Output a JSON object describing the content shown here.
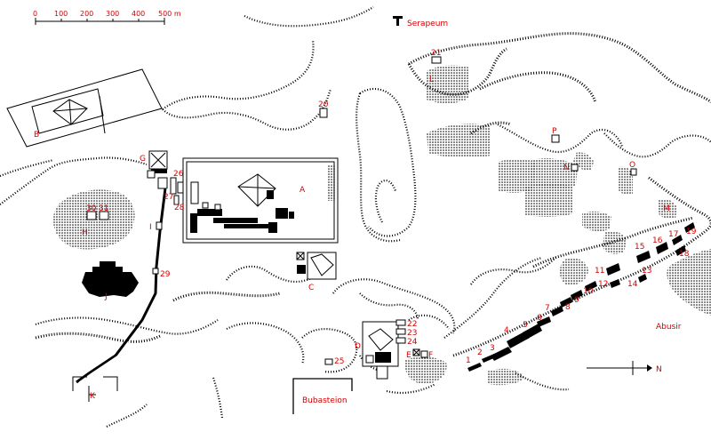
{
  "scale_bar": {
    "ticks": [
      "0",
      "100",
      "200",
      "300",
      "400",
      "500 m"
    ]
  },
  "places": {
    "serapeum": "Serapeum",
    "abusir": "Abusir",
    "bubasteion": "Bubasteion",
    "north": "N"
  },
  "letters": {
    "A": "A",
    "B": "B",
    "C": "C",
    "D": "D",
    "E": "E",
    "F": "F",
    "G": "G",
    "H": "H",
    "I": "I",
    "J": "J",
    "K": "K",
    "L": "L",
    "M": "M",
    "N": "N",
    "O": "O",
    "P": "P"
  },
  "numbers": {
    "n1": "1",
    "n2": "2",
    "n3": "3",
    "n4": "4",
    "n5": "5",
    "n6": "6",
    "n7": "7",
    "n8": "8",
    "n9": "9",
    "n10": "10",
    "n11": "11",
    "n12": "12",
    "n13": "13",
    "n14": "14",
    "n15": "15",
    "n16": "16",
    "n17": "17",
    "n18": "18",
    "n19": "19",
    "n20": "20",
    "n21": "21",
    "n22": "22",
    "n23": "23",
    "n24": "24",
    "n25": "25",
    "n26": "26",
    "n27": "27",
    "n28": "28",
    "n29": "29",
    "n30": "30",
    "n31": "31"
  },
  "colors": {
    "label": "#d40000",
    "ink": "#000000"
  }
}
